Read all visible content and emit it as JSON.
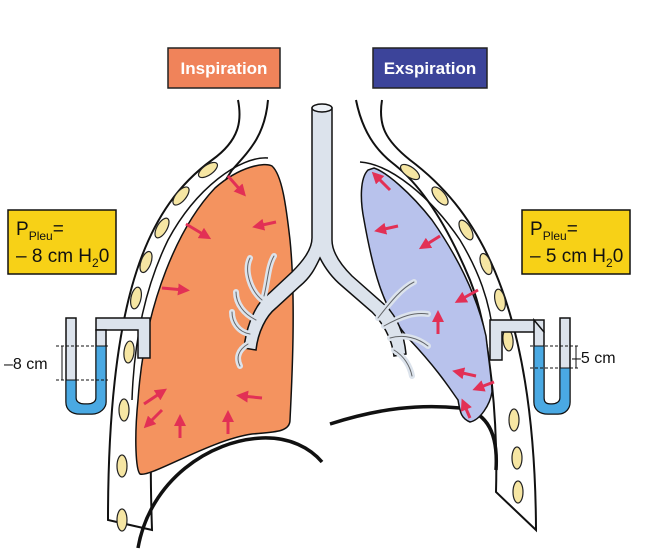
{
  "labels": {
    "inspiration": "Inspiration",
    "expiration": "Exspiration"
  },
  "left_box": {
    "p": "P",
    "sub": "Pleu",
    "eq": "=",
    "value": "– 8 cm H",
    "sub2": "2",
    "unit_end": "0"
  },
  "right_box": {
    "p": "P",
    "sub": "Pleu",
    "eq": "=",
    "value": "– 5 cm H",
    "sub2": "2",
    "unit_end": "0"
  },
  "left_gauge": {
    "reading": "–8 cm"
  },
  "right_gauge": {
    "reading": "–5 cm"
  },
  "colors": {
    "inspiration": "#f0835a",
    "expiration": "#3c449a",
    "lung_left": "#f4935f",
    "lung_right": "#b8c2ec",
    "arrow": "#e23055",
    "box": "#f7d117",
    "airway": "#dce3ec",
    "rib": "#f6e6a3",
    "fluid": "#4aa9e3"
  },
  "icons": [
    "inward-arrow",
    "outward-arrow"
  ]
}
